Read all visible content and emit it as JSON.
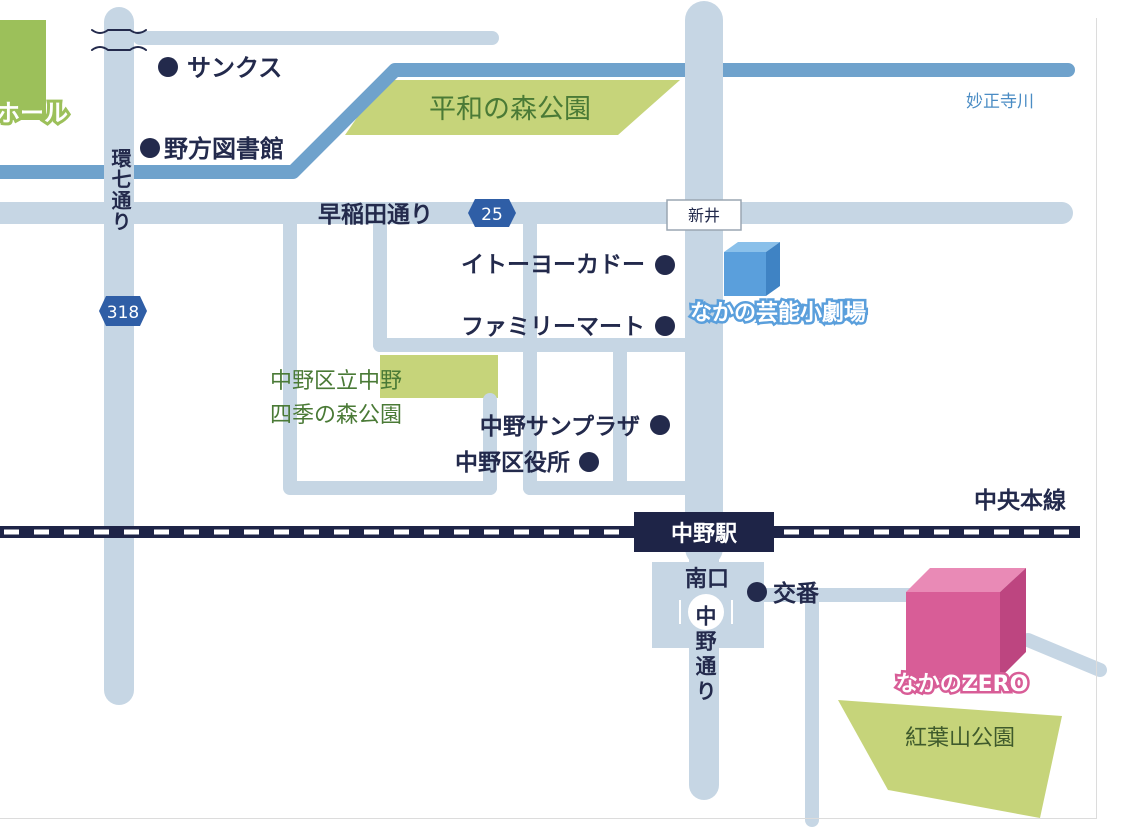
{
  "colors": {
    "road": "#c6d6e4",
    "river": "#6fa2cc",
    "park": "#c6d47a",
    "park_text": "#4a7a36",
    "label_dark": "#232a4c",
    "rail_dark": "#1e2447",
    "venue_blue": "#4f9ad8",
    "venue_pink": "#d75c95",
    "route_badge": "#2f5ea6",
    "river_text": "#4a8cc4"
  },
  "labels": {
    "hall_partial": "ホール",
    "sunkus": "サンクス",
    "nogata_library": "野方図書館",
    "heiwa_park": "平和の森公園",
    "myoshoji_river": "妙正寺川",
    "kan7_road": "環七通り",
    "route_318": "318",
    "waseda_road": "早稲田通り",
    "route_25": "25",
    "arai": "新井",
    "ito_yokado": "イトーヨーカドー",
    "nakano_theater": "なかの芸能小劇場",
    "family_mart": "ファミリーマート",
    "shiki_park_line1": "中野区立中野",
    "shiki_park_line2": "四季の森公園",
    "sunplaza": "中野サンプラザ",
    "ward_office": "中野区役所",
    "chuo_line": "中央本線",
    "nakano_station": "中野駅",
    "south_exit": "南口",
    "koban": "交番",
    "nakano_road": "中野通り",
    "nakano_zero": "なかのZERO",
    "momijiyama_park": "紅葉山公園"
  },
  "icons": {
    "poi": "poi-dot-icon",
    "route_badge": "route-hexagon-icon",
    "venue": "building-cube-icon",
    "roundabout": "roundabout-icon",
    "bridge": "bridge-icon"
  }
}
